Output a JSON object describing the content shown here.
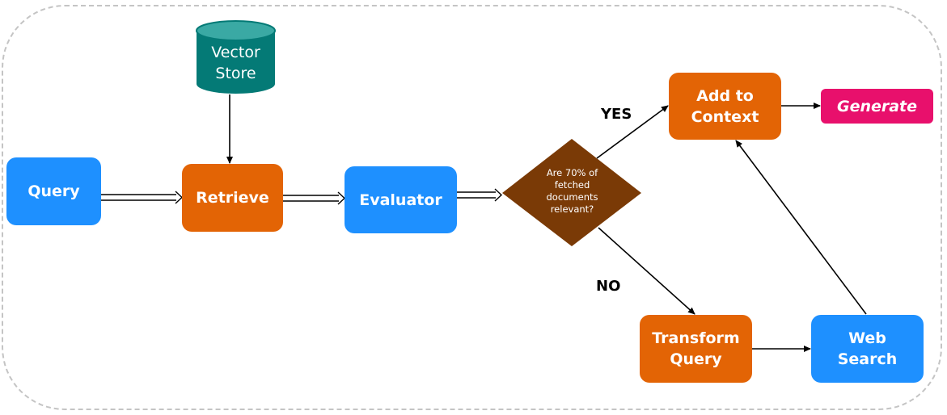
{
  "nodes": {
    "query": "Query",
    "vector_store": "Vector\nStore",
    "retrieve": "Retrieve",
    "evaluator": "Evaluator",
    "decision": "Are 70% of\nfetched\ndocuments\nrelevant?",
    "add_to_context": "Add to\nContext",
    "generate": "Generate",
    "transform_query": "Transform\nQuery",
    "web_search": "Web\nSearch"
  },
  "edge_labels": {
    "yes": "YES",
    "no": "NO"
  },
  "colors": {
    "blue": "#1e90ff",
    "orange": "#e36405",
    "pink": "#e8106c",
    "teal": "#047a76",
    "brown": "#7a3a06"
  }
}
